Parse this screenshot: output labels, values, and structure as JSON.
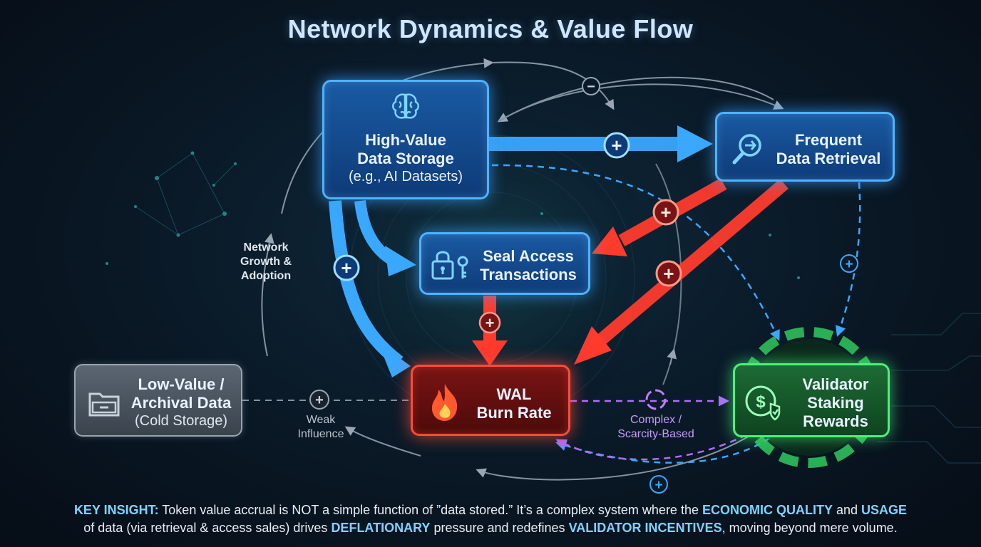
{
  "title": "Network Dynamics & Value Flow",
  "nodes": {
    "high_value": {
      "label_line1": "High-Value",
      "label_line2": "Data Storage",
      "sub": "(e.g., AI Datasets)"
    },
    "frequent": {
      "label_line1": "Frequent",
      "label_line2": "Data Retrieval"
    },
    "seal": {
      "label_line1": "Seal Access",
      "label_line2": "Transactions"
    },
    "low_value": {
      "label_line1": "Low-Value /",
      "label_line2": "Archival Data",
      "sub": "(Cold Storage)"
    },
    "wal": {
      "label_line1": "WAL",
      "label_line2": "Burn Rate"
    },
    "validator": {
      "label_line1": "Validator",
      "label_line2": "Staking",
      "label_line3": "Rewards"
    }
  },
  "edge_labels": {
    "network_growth": [
      "Network",
      "Growth &",
      "Adoption"
    ],
    "weak_influence": [
      "Weak",
      "Influence"
    ],
    "complex": [
      "Complex /",
      "Scarcity-Based"
    ]
  },
  "signs": {
    "plus": "+",
    "minus": "−"
  },
  "insight": {
    "lead": "KEY INSIGHT:",
    "t1": " Token value accrual is NOT a simple function of ”data stored.” It’s a complex system where the ",
    "h1": "ECONOMIC QUALITY",
    "t2": " and ",
    "h2": "USAGE",
    "t3": "of data (via retrieval & access sales) drives ",
    "h3": "DEFLATIONARY",
    "t4": " pressure and redefines ",
    "h4": "VALIDATOR INCENTIVES",
    "t5": ", moving beyond mere volume."
  },
  "colors": {
    "blue": "#3aa8ff",
    "red": "#ff3b2e",
    "green": "#4ef07a",
    "purple": "#b06cff",
    "grey": "#9aa6b2"
  },
  "icons": [
    "brain-icon",
    "search-arrow-icon",
    "padlock-key-icon",
    "file-cabinet-icon",
    "flame-icon",
    "dollar-shield-icon",
    "gear-icon",
    "recycle-icon"
  ]
}
